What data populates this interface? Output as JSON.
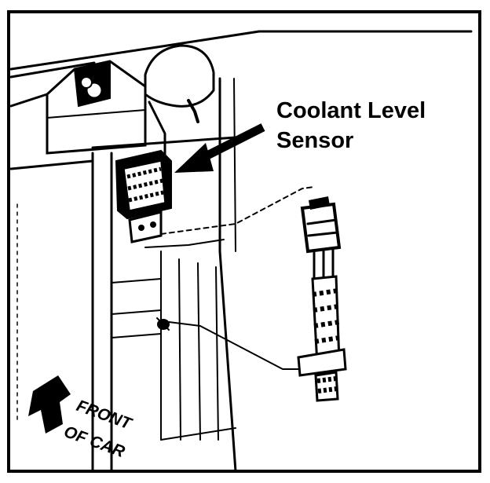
{
  "diagram": {
    "callout": {
      "line1": "Coolant Level",
      "line2": "Sensor"
    },
    "direction": {
      "line1": "FRONT",
      "line2": "OF CAR"
    }
  }
}
